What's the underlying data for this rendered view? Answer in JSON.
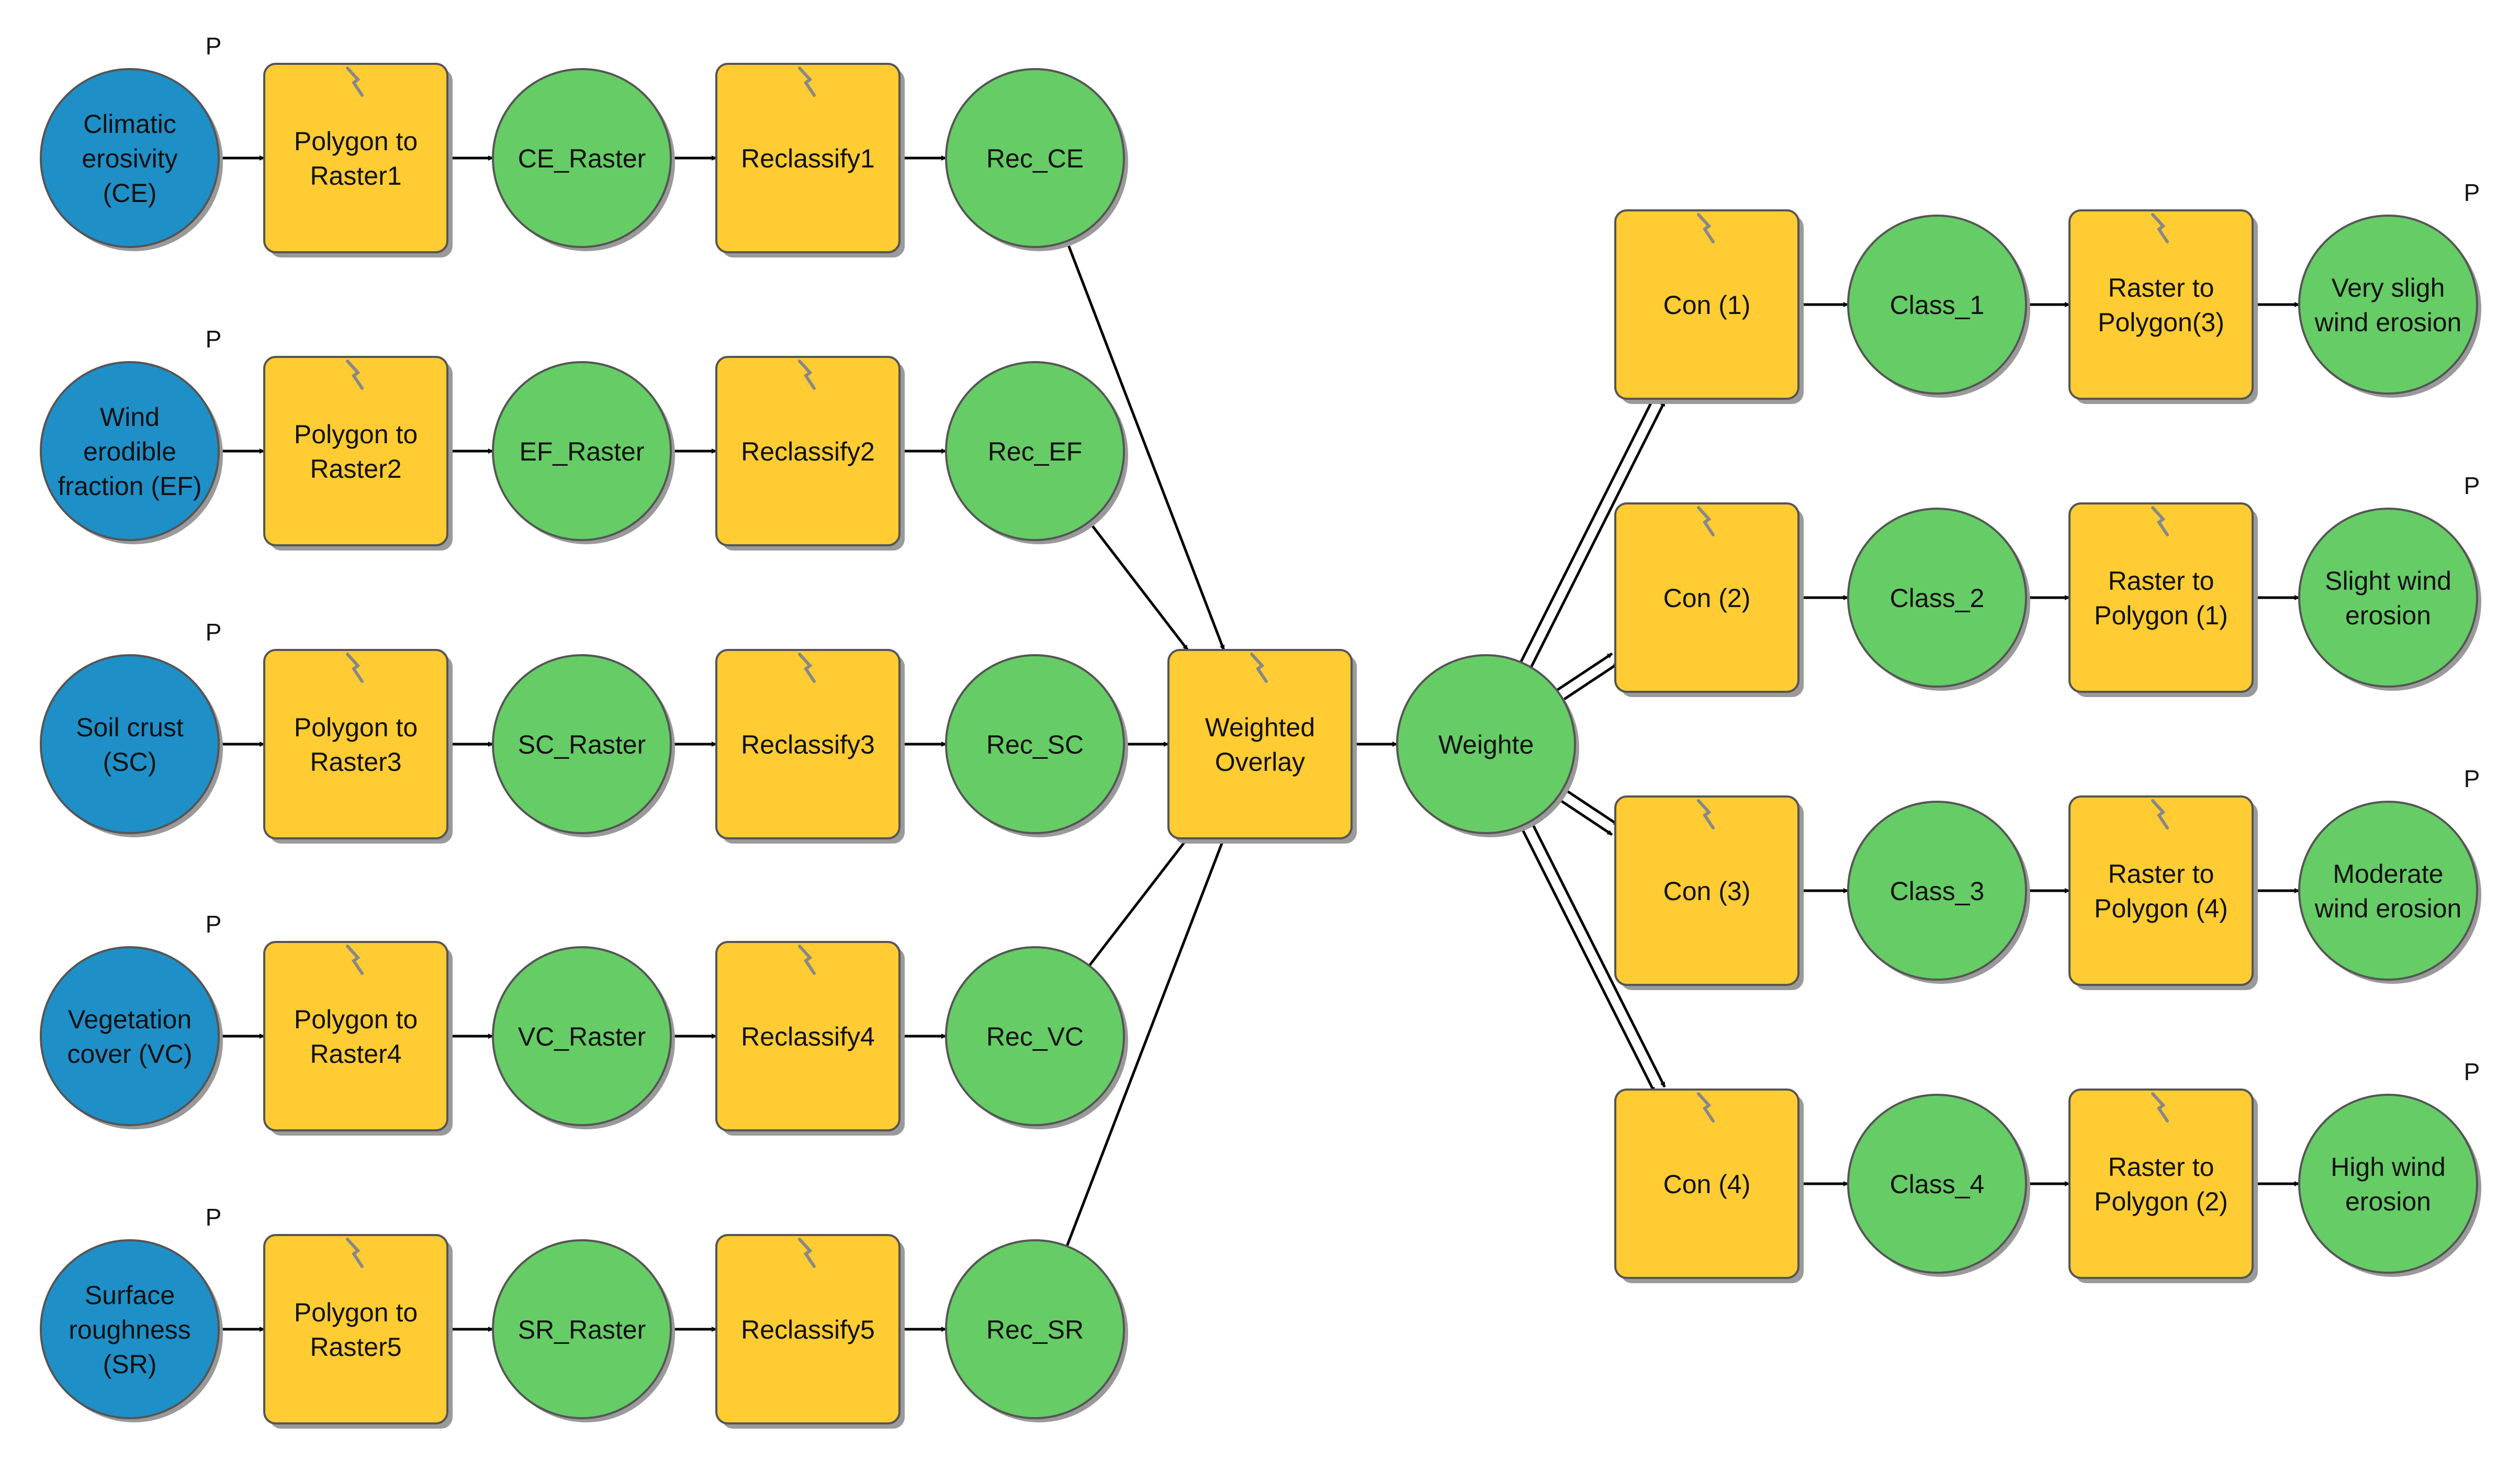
{
  "colors": {
    "input": "#1f8fc8",
    "tool": "#ffcc33",
    "output": "#66cc66",
    "stroke": "#555555",
    "connector": "#000000",
    "text": "#111111",
    "tool_mark": "#888888"
  },
  "parameter_marker": "P",
  "nodes": [
    {
      "id": "in_ce",
      "kind": "input",
      "lines": [
        "Climatic",
        "erosivity",
        "(CE)"
      ],
      "param": true
    },
    {
      "id": "p2r1",
      "kind": "tool",
      "lines": [
        "Polygon to",
        "Raster1"
      ]
    },
    {
      "id": "ce_raster",
      "kind": "output",
      "lines": [
        "CE_Raster"
      ]
    },
    {
      "id": "reclass1",
      "kind": "tool",
      "lines": [
        "Reclassify1"
      ]
    },
    {
      "id": "rec_ce",
      "kind": "output",
      "lines": [
        "Rec_CE"
      ]
    },
    {
      "id": "in_ef",
      "kind": "input",
      "lines": [
        "Wind",
        "erodible",
        "fraction (EF)"
      ],
      "param": true
    },
    {
      "id": "p2r2",
      "kind": "tool",
      "lines": [
        "Polygon to",
        "Raster2"
      ]
    },
    {
      "id": "ef_raster",
      "kind": "output",
      "lines": [
        "EF_Raster"
      ]
    },
    {
      "id": "reclass2",
      "kind": "tool",
      "lines": [
        "Reclassify2"
      ]
    },
    {
      "id": "rec_ef",
      "kind": "output",
      "lines": [
        "Rec_EF"
      ]
    },
    {
      "id": "in_sc",
      "kind": "input",
      "lines": [
        "Soil crust",
        "(SC)"
      ],
      "param": true
    },
    {
      "id": "p2r3",
      "kind": "tool",
      "lines": [
        "Polygon to",
        "Raster3"
      ]
    },
    {
      "id": "sc_raster",
      "kind": "output",
      "lines": [
        "SC_Raster"
      ]
    },
    {
      "id": "reclass3",
      "kind": "tool",
      "lines": [
        "Reclassify3"
      ]
    },
    {
      "id": "rec_sc",
      "kind": "output",
      "lines": [
        "Rec_SC"
      ]
    },
    {
      "id": "in_vc",
      "kind": "input",
      "lines": [
        "Vegetation",
        "cover (VC)"
      ],
      "param": true
    },
    {
      "id": "p2r4",
      "kind": "tool",
      "lines": [
        "Polygon to",
        "Raster4"
      ]
    },
    {
      "id": "vc_raster",
      "kind": "output",
      "lines": [
        "VC_Raster"
      ]
    },
    {
      "id": "reclass4",
      "kind": "tool",
      "lines": [
        "Reclassify4"
      ]
    },
    {
      "id": "rec_vc",
      "kind": "output",
      "lines": [
        "Rec_VC"
      ]
    },
    {
      "id": "in_sr",
      "kind": "input",
      "lines": [
        "Surface",
        "roughness",
        "(SR)"
      ],
      "param": true
    },
    {
      "id": "p2r5",
      "kind": "tool",
      "lines": [
        "Polygon to",
        "Raster5"
      ]
    },
    {
      "id": "sr_raster",
      "kind": "output",
      "lines": [
        "SR_Raster"
      ]
    },
    {
      "id": "reclass5",
      "kind": "tool",
      "lines": [
        "Reclassify5"
      ]
    },
    {
      "id": "rec_sr",
      "kind": "output",
      "lines": [
        "Rec_SR"
      ]
    },
    {
      "id": "wo",
      "kind": "tool",
      "lines": [
        "Weighted",
        "Overlay"
      ]
    },
    {
      "id": "weighte",
      "kind": "output",
      "lines": [
        "Weighte"
      ]
    },
    {
      "id": "con1",
      "kind": "tool",
      "lines": [
        "Con (1)"
      ]
    },
    {
      "id": "class1",
      "kind": "output",
      "lines": [
        "Class_1"
      ]
    },
    {
      "id": "r2p3",
      "kind": "tool",
      "lines": [
        "Raster to",
        "Polygon(3)"
      ]
    },
    {
      "id": "out1",
      "kind": "output",
      "lines": [
        "Very sligh",
        "wind erosion"
      ],
      "param": true
    },
    {
      "id": "con2",
      "kind": "tool",
      "lines": [
        "Con (2)"
      ]
    },
    {
      "id": "class2",
      "kind": "output",
      "lines": [
        "Class_2"
      ]
    },
    {
      "id": "r2p1",
      "kind": "tool",
      "lines": [
        "Raster to",
        "Polygon (1)"
      ]
    },
    {
      "id": "out2",
      "kind": "output",
      "lines": [
        "Slight wind",
        "erosion"
      ],
      "param": true
    },
    {
      "id": "con3",
      "kind": "tool",
      "lines": [
        "Con (3)"
      ]
    },
    {
      "id": "class3",
      "kind": "output",
      "lines": [
        "Class_3"
      ]
    },
    {
      "id": "r2p4",
      "kind": "tool",
      "lines": [
        "Raster to",
        "Polygon (4)"
      ]
    },
    {
      "id": "out3",
      "kind": "output",
      "lines": [
        "Moderate",
        "wind erosion"
      ],
      "param": true
    },
    {
      "id": "con4",
      "kind": "tool",
      "lines": [
        "Con (4)"
      ]
    },
    {
      "id": "class4",
      "kind": "output",
      "lines": [
        "Class_4"
      ]
    },
    {
      "id": "r2p2",
      "kind": "tool",
      "lines": [
        "Raster to",
        "Polygon (2)"
      ]
    },
    {
      "id": "out4",
      "kind": "output",
      "lines": [
        "High wind",
        "erosion"
      ],
      "param": true
    }
  ],
  "edges": [
    [
      "in_ce",
      "p2r1"
    ],
    [
      "p2r1",
      "ce_raster"
    ],
    [
      "ce_raster",
      "reclass1"
    ],
    [
      "reclass1",
      "rec_ce"
    ],
    [
      "in_ef",
      "p2r2"
    ],
    [
      "p2r2",
      "ef_raster"
    ],
    [
      "ef_raster",
      "reclass2"
    ],
    [
      "reclass2",
      "rec_ef"
    ],
    [
      "in_sc",
      "p2r3"
    ],
    [
      "p2r3",
      "sc_raster"
    ],
    [
      "sc_raster",
      "reclass3"
    ],
    [
      "reclass3",
      "rec_sc"
    ],
    [
      "in_vc",
      "p2r4"
    ],
    [
      "p2r4",
      "vc_raster"
    ],
    [
      "vc_raster",
      "reclass4"
    ],
    [
      "reclass4",
      "rec_vc"
    ],
    [
      "in_sr",
      "p2r5"
    ],
    [
      "p2r5",
      "sr_raster"
    ],
    [
      "sr_raster",
      "reclass5"
    ],
    [
      "reclass5",
      "rec_sr"
    ],
    [
      "rec_ce",
      "wo"
    ],
    [
      "rec_ef",
      "wo"
    ],
    [
      "rec_sc",
      "wo"
    ],
    [
      "rec_vc",
      "wo"
    ],
    [
      "rec_sr",
      "wo"
    ],
    [
      "wo",
      "weighte"
    ],
    [
      "weighte",
      "con1"
    ],
    [
      "weighte",
      "con1"
    ],
    [
      "weighte",
      "con2"
    ],
    [
      "weighte",
      "con2"
    ],
    [
      "weighte",
      "con3"
    ],
    [
      "weighte",
      "con3"
    ],
    [
      "weighte",
      "con4"
    ],
    [
      "weighte",
      "con4"
    ],
    [
      "con1",
      "class1"
    ],
    [
      "class1",
      "r2p3"
    ],
    [
      "r2p3",
      "out1"
    ],
    [
      "con2",
      "class2"
    ],
    [
      "class2",
      "r2p1"
    ],
    [
      "r2p1",
      "out2"
    ],
    [
      "con3",
      "class3"
    ],
    [
      "class3",
      "r2p4"
    ],
    [
      "r2p4",
      "out3"
    ],
    [
      "con4",
      "class4"
    ],
    [
      "class4",
      "r2p2"
    ],
    [
      "r2p2",
      "out4"
    ]
  ]
}
